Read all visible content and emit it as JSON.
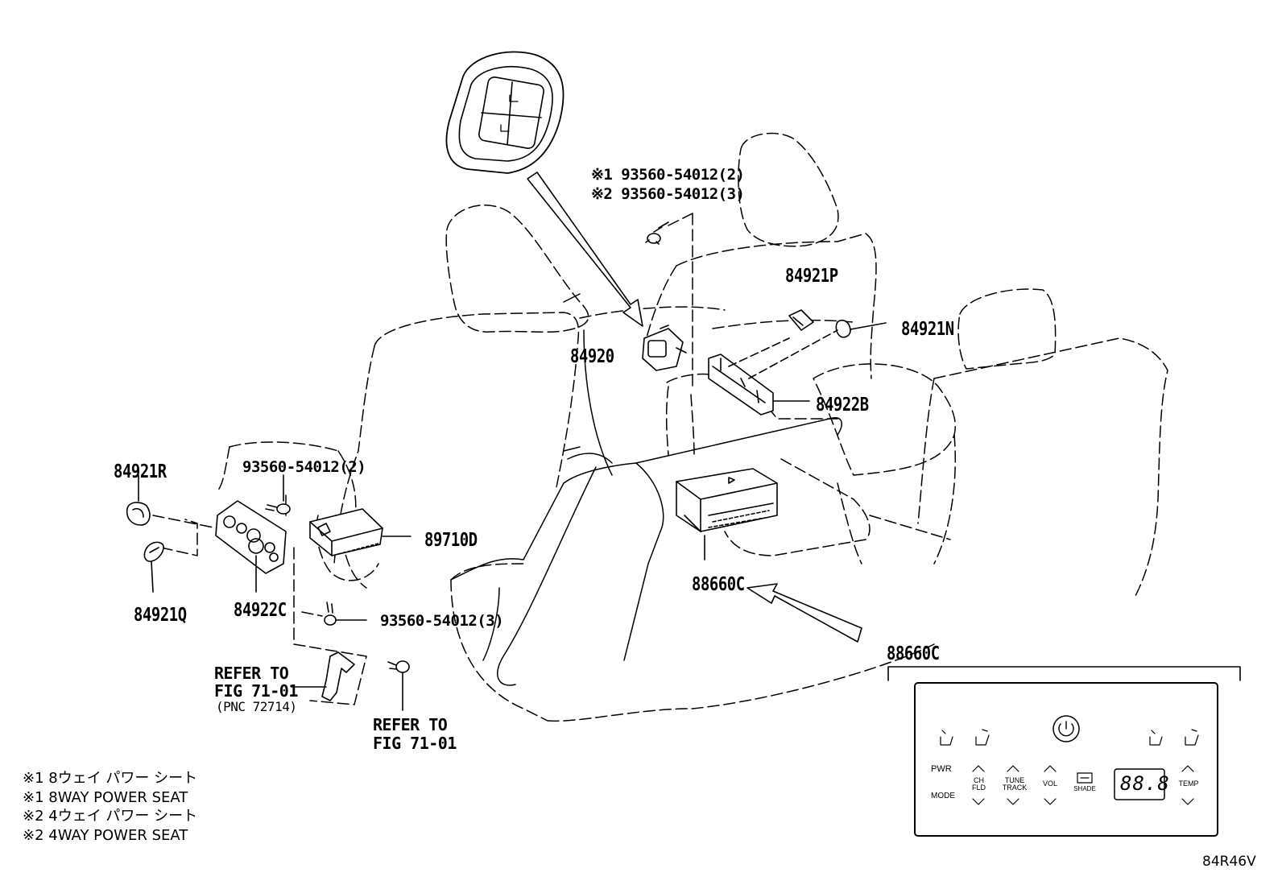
{
  "parts": {
    "p84920": "84920",
    "p84921P": "84921P",
    "p84921N": "84921N",
    "p84922B": "84922B",
    "p84921R": "84921R",
    "p84921Q": "84921Q",
    "p84922C": "84922C",
    "p89710D": "89710D",
    "p88660C": "88660C",
    "p88660C_inset": "88660C"
  },
  "bolts": {
    "top_1": "※1 93560-54012(2)",
    "top_2": "※2 93560-54012(3)",
    "mid": "93560-54012(2)",
    "low": "93560-54012(3)"
  },
  "refers": {
    "left_line1": "REFER TO",
    "left_line2": "FIG 71-01",
    "left_line3": "(PNC 72714)",
    "right_line1": "REFER TO",
    "right_line2": "FIG 71-01"
  },
  "notes": [
    "※1 8ウェイ パワー シート",
    "※1 8WAY POWER SEAT",
    "※2 4ウェイ パワー シート",
    "※2 4WAY POWER SEAT"
  ],
  "figure_id": "84R46V",
  "panel": {
    "pwr": "PWR",
    "mode": "MODE",
    "ch": "CH",
    "fld": "FLD",
    "tune": "TUNE",
    "track": "TRACK",
    "vol": "VOL",
    "shade": "SHADE",
    "display": "88.8",
    "temp": "TEMP"
  },
  "icons": [
    "power-icon",
    "seat-recline-icon",
    "chevron-up-icon",
    "chevron-down-icon",
    "shade-icon",
    "bolt-icon"
  ]
}
